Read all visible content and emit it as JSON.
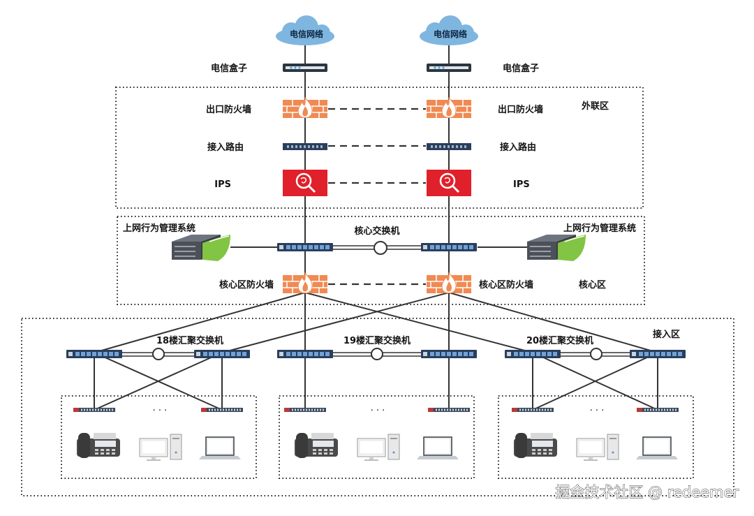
{
  "internet": {
    "left": "电信网络",
    "right": "电信网络"
  },
  "modem": {
    "left": "电信盒子",
    "right": "电信盒子"
  },
  "exit_firewall": {
    "left": "出口防火墙",
    "right": "出口防火墙"
  },
  "access_router": {
    "left": "接入路由",
    "right": "接入路由"
  },
  "ips": {
    "left": "IPS",
    "right": "IPS"
  },
  "core_switch": {
    "label": "核心交换机"
  },
  "behavior_mgmt": {
    "left": "上网行为管理系统",
    "right": "上网行为管理系统"
  },
  "core_firewall": {
    "left": "核心区防火墙",
    "right": "核心区防火墙"
  },
  "zones": {
    "external": "外联区",
    "core": "核心区",
    "access": "接入区"
  },
  "floors": [
    {
      "label": "18楼汇聚交换机"
    },
    {
      "label": "19楼汇聚交换机"
    },
    {
      "label": "20楼汇聚交换机"
    }
  ],
  "ellipsis": "· · ·",
  "watermark": "掘金技术社区 @ redeemer",
  "colors": {
    "cloud": "#7fb6e0",
    "firewall": "#f08a52",
    "ips": "#e0202a",
    "switch": "#2a3e5c",
    "line": "#333333"
  },
  "icons": [
    "cloud-icon",
    "modem-icon",
    "firewall-icon",
    "router-icon",
    "ips-icon",
    "switch-icon",
    "behavior-mgmt-icon",
    "fax-phone-icon",
    "desktop-pc-icon",
    "laptop-icon"
  ]
}
